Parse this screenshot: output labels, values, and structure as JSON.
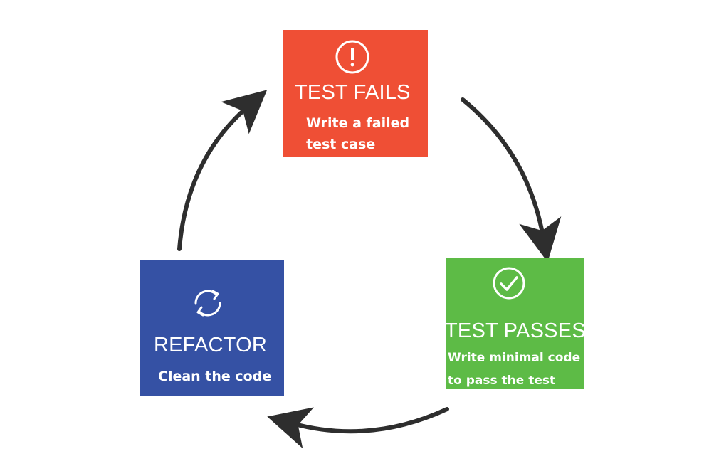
{
  "stages": {
    "fails": {
      "title": "TEST FAILS",
      "desc_line1": "Write a failed",
      "desc_line2": "test case",
      "icon": "exclamation-circle-icon",
      "color": "#ef4f35"
    },
    "passes": {
      "title": "TEST PASSES",
      "desc_line1": "Write minimal code",
      "desc_line2": "to pass the test",
      "icon": "check-circle-icon",
      "color": "#5dbb46"
    },
    "refactor": {
      "title": "REFACTOR",
      "desc_line1": "Clean the code",
      "icon": "refresh-cycle-icon",
      "color": "#3551a4"
    }
  },
  "arrow_color": "#2e2e2e",
  "cycle_order": [
    "fails",
    "passes",
    "refactor"
  ]
}
